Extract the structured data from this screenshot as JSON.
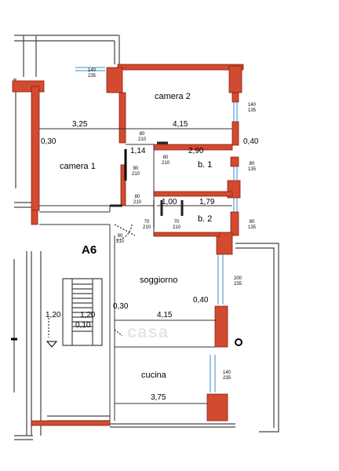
{
  "unit_label": "A6",
  "watermark": "casa",
  "rooms": {
    "camera2": "camera 2",
    "camera1": "camera 1",
    "b1": "b. 1",
    "b2": "b. 2",
    "soggiorno": "soggiorno",
    "cucina": "cucina"
  },
  "dimensions": {
    "d325": "3,25",
    "d415_top": "4,15",
    "d030_left": "0,30",
    "d114": "1,14",
    "d290": "2,90",
    "d040_right": "0,40",
    "d100": "1,00",
    "d179": "1,79",
    "d030_mid": "0,30",
    "d040_mid": "0,40",
    "d120_a": "1,20",
    "d120_b": "1,20",
    "d010": "0,10",
    "d415_mid": "4,15",
    "d375": "3,75"
  },
  "openings": {
    "w_top": [
      "140",
      "235"
    ],
    "w_cam2": [
      "140",
      "135"
    ],
    "d_cam1": [
      "80",
      "210"
    ],
    "d_cam2": [
      "80",
      "210"
    ],
    "d_hall": [
      "80",
      "210"
    ],
    "w_b1": [
      "80",
      "135"
    ],
    "d_b1": [
      "80",
      "210"
    ],
    "d_b2a": [
      "70",
      "210"
    ],
    "d_b2b": [
      "70",
      "210"
    ],
    "w_b2": [
      "80",
      "135"
    ],
    "d_entry": [
      "90",
      "210"
    ],
    "w_sogg": [
      "200",
      "235"
    ],
    "w_cuc": [
      "140",
      "235"
    ]
  },
  "colors": {
    "wall_fill": "#d24a30",
    "wall_edge": "#8a2010",
    "structure": "#444444"
  }
}
